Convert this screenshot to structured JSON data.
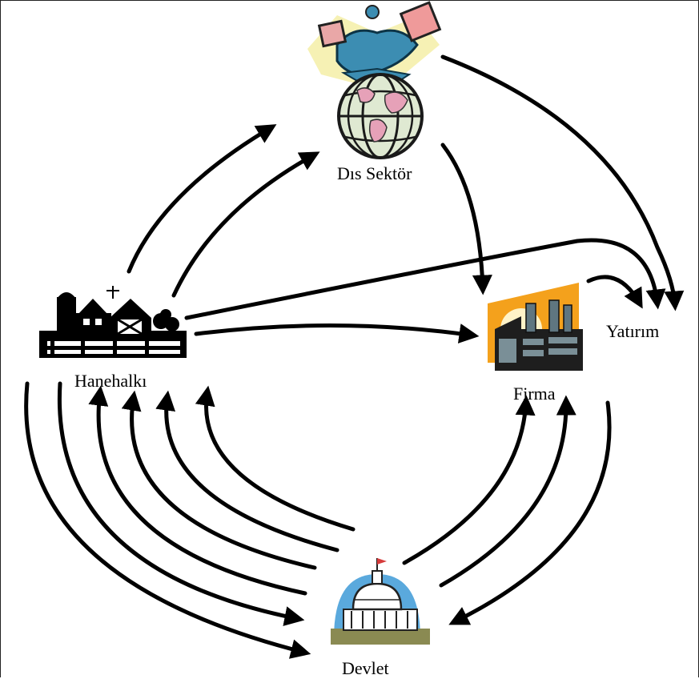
{
  "nodes": {
    "dis_sektor": {
      "label": "Dıs Sektör",
      "icon": "globe-and-world-traveler-icon"
    },
    "hanehalki": {
      "label": "Hanehalkı",
      "icon": "farm-house-icon"
    },
    "firma": {
      "label": "Firma",
      "icon": "factory-icon"
    },
    "yatirim": {
      "label": "Yatırım"
    },
    "devlet": {
      "label": "Devlet",
      "icon": "capitol-building-icon"
    }
  },
  "colors": {
    "arrow": "#000000",
    "factory_sun": "#f4a11c",
    "capitol_sky": "#5aa9dd",
    "globe": "#dfe9d2",
    "traveler_coat": "#3c8db2"
  }
}
